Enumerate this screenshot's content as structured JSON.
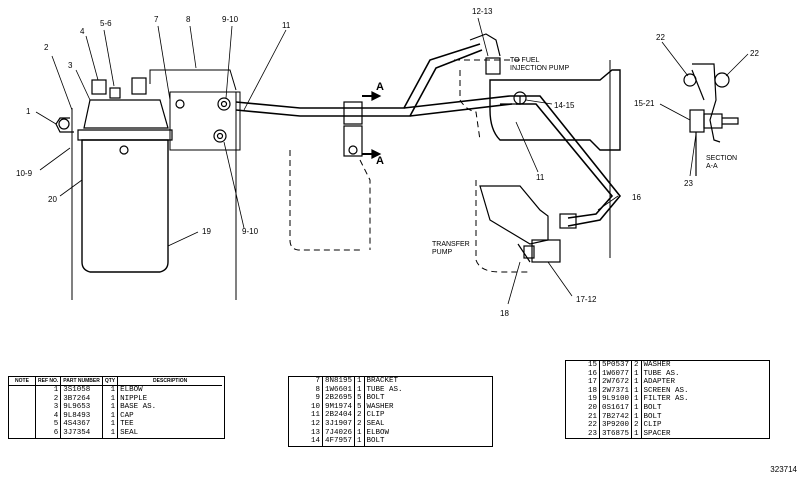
{
  "drawing": {
    "number": "323714",
    "labels": {
      "fuel_injection_pump": "TO FUEL\nINJECTION PUMP",
      "transfer_pump": "TRANSFER\nPUMP",
      "section": "SECTION\nA-A",
      "arrow_a": "A"
    },
    "callouts": [
      "1",
      "2",
      "3",
      "4",
      "5-6",
      "7",
      "8",
      "9-10",
      "11",
      "12-13",
      "22",
      "22",
      "14-15",
      "15-21",
      "10-9",
      "20",
      "9-10",
      "11",
      "16",
      "23",
      "19",
      "18",
      "17-12"
    ]
  },
  "table1": {
    "headers": {
      "note": "NOTE",
      "ref": "REF\nNO.",
      "part": "PART\nNUMBER",
      "qty": "QTY",
      "desc": "DESCRIPTION"
    },
    "rows": [
      {
        "ref": "1",
        "part": "3S1058",
        "qty": "1",
        "desc": "ELBOW"
      },
      {
        "ref": "2",
        "part": "3B7264",
        "qty": "1",
        "desc": "NIPPLE"
      },
      {
        "ref": "3",
        "part": "9L9653",
        "qty": "1",
        "desc": "BASE AS."
      },
      {
        "ref": "4",
        "part": "9L8493",
        "qty": "1",
        "desc": "CAP"
      },
      {
        "ref": "5",
        "part": "4S4367",
        "qty": "1",
        "desc": "TEE"
      },
      {
        "ref": "6",
        "part": "3J7354",
        "qty": "1",
        "desc": "SEAL"
      }
    ]
  },
  "table2": {
    "rows": [
      {
        "ref": "7",
        "part": "8N8195",
        "qty": "1",
        "desc": "BRACKET"
      },
      {
        "ref": "8",
        "part": "1W6601",
        "qty": "1",
        "desc": "TUBE AS."
      },
      {
        "ref": "9",
        "part": "2B2695",
        "qty": "5",
        "desc": "BOLT"
      },
      {
        "ref": "10",
        "part": "9M1974",
        "qty": "5",
        "desc": "WASHER"
      },
      {
        "ref": "11",
        "part": "2B2404",
        "qty": "2",
        "desc": "CLIP"
      },
      {
        "ref": "12",
        "part": "3J1907",
        "qty": "2",
        "desc": "SEAL"
      },
      {
        "ref": "13",
        "part": "7J4026",
        "qty": "1",
        "desc": "ELBOW"
      },
      {
        "ref": "14",
        "part": "4F7957",
        "qty": "1",
        "desc": "BOLT"
      }
    ]
  },
  "table3": {
    "rows": [
      {
        "ref": "15",
        "part": "5P0537",
        "qty": "2",
        "desc": "WASHER"
      },
      {
        "ref": "16",
        "part": "1W6077",
        "qty": "1",
        "desc": "TUBE AS."
      },
      {
        "ref": "17",
        "part": "2W7672",
        "qty": "1",
        "desc": "ADAPTER"
      },
      {
        "ref": "18",
        "part": "2W7371",
        "qty": "1",
        "desc": "SCREEN AS."
      },
      {
        "ref": "19",
        "part": "9L9100",
        "qty": "1",
        "desc": "FILTER AS."
      },
      {
        "ref": "20",
        "part": "0S1617",
        "qty": "1",
        "desc": "BOLT"
      },
      {
        "ref": "21",
        "part": "7B2742",
        "qty": "1",
        "desc": "BOLT"
      },
      {
        "ref": "22",
        "part": "3P9200",
        "qty": "2",
        "desc": "CLIP"
      },
      {
        "ref": "23",
        "part": "3T6875",
        "qty": "1",
        "desc": "SPACER"
      }
    ]
  }
}
